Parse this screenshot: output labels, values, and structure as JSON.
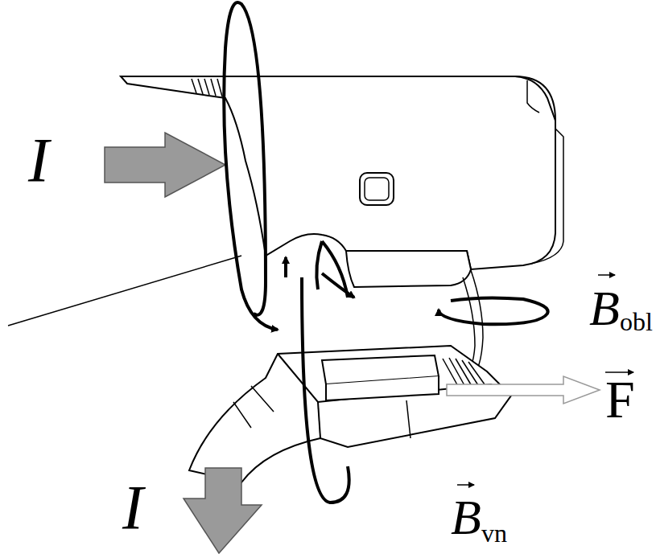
{
  "diagram": {
    "labels": [
      "I",
      "I",
      "B",
      "obl",
      "F",
      "B",
      "vn"
    ]
  }
}
